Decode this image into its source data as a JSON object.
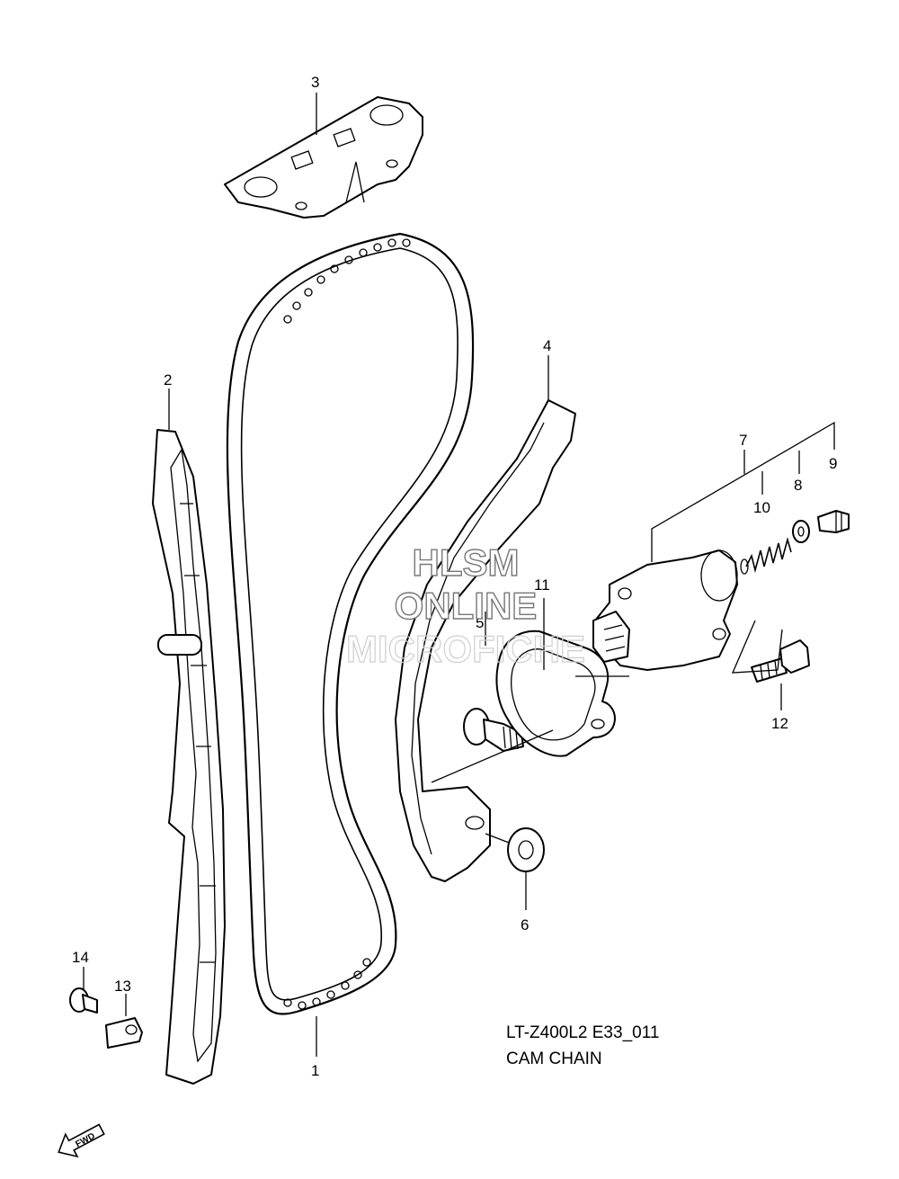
{
  "callouts": {
    "c1": "1",
    "c2": "2",
    "c3": "3",
    "c4": "4",
    "c5": "5",
    "c6": "6",
    "c7": "7",
    "c8": "8",
    "c9": "9",
    "c10": "10",
    "c11": "11",
    "c12": "12",
    "c13": "13",
    "c14": "14"
  },
  "watermark": {
    "line1": "HLSM",
    "line2": "ONLINE",
    "line3": "MICROFICHE"
  },
  "caption": {
    "model_code": "LT-Z400L2 E33_011",
    "title": "CAM CHAIN"
  },
  "fwd_label": "FWD"
}
